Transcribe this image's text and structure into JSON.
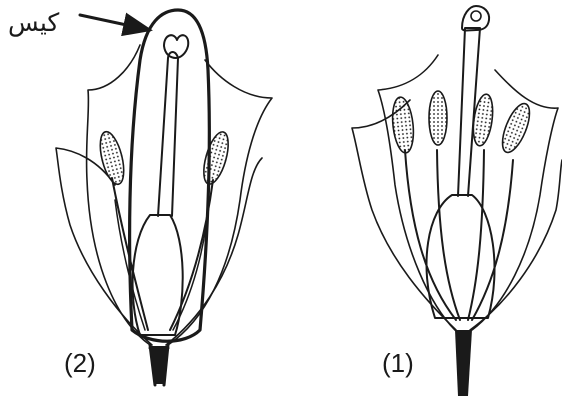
{
  "labels": {
    "bag": "كيس",
    "flower_left": "(2)",
    "flower_right": "(1)"
  },
  "colors": {
    "ink": "#1a1a1a",
    "background": "#ffffff"
  }
}
